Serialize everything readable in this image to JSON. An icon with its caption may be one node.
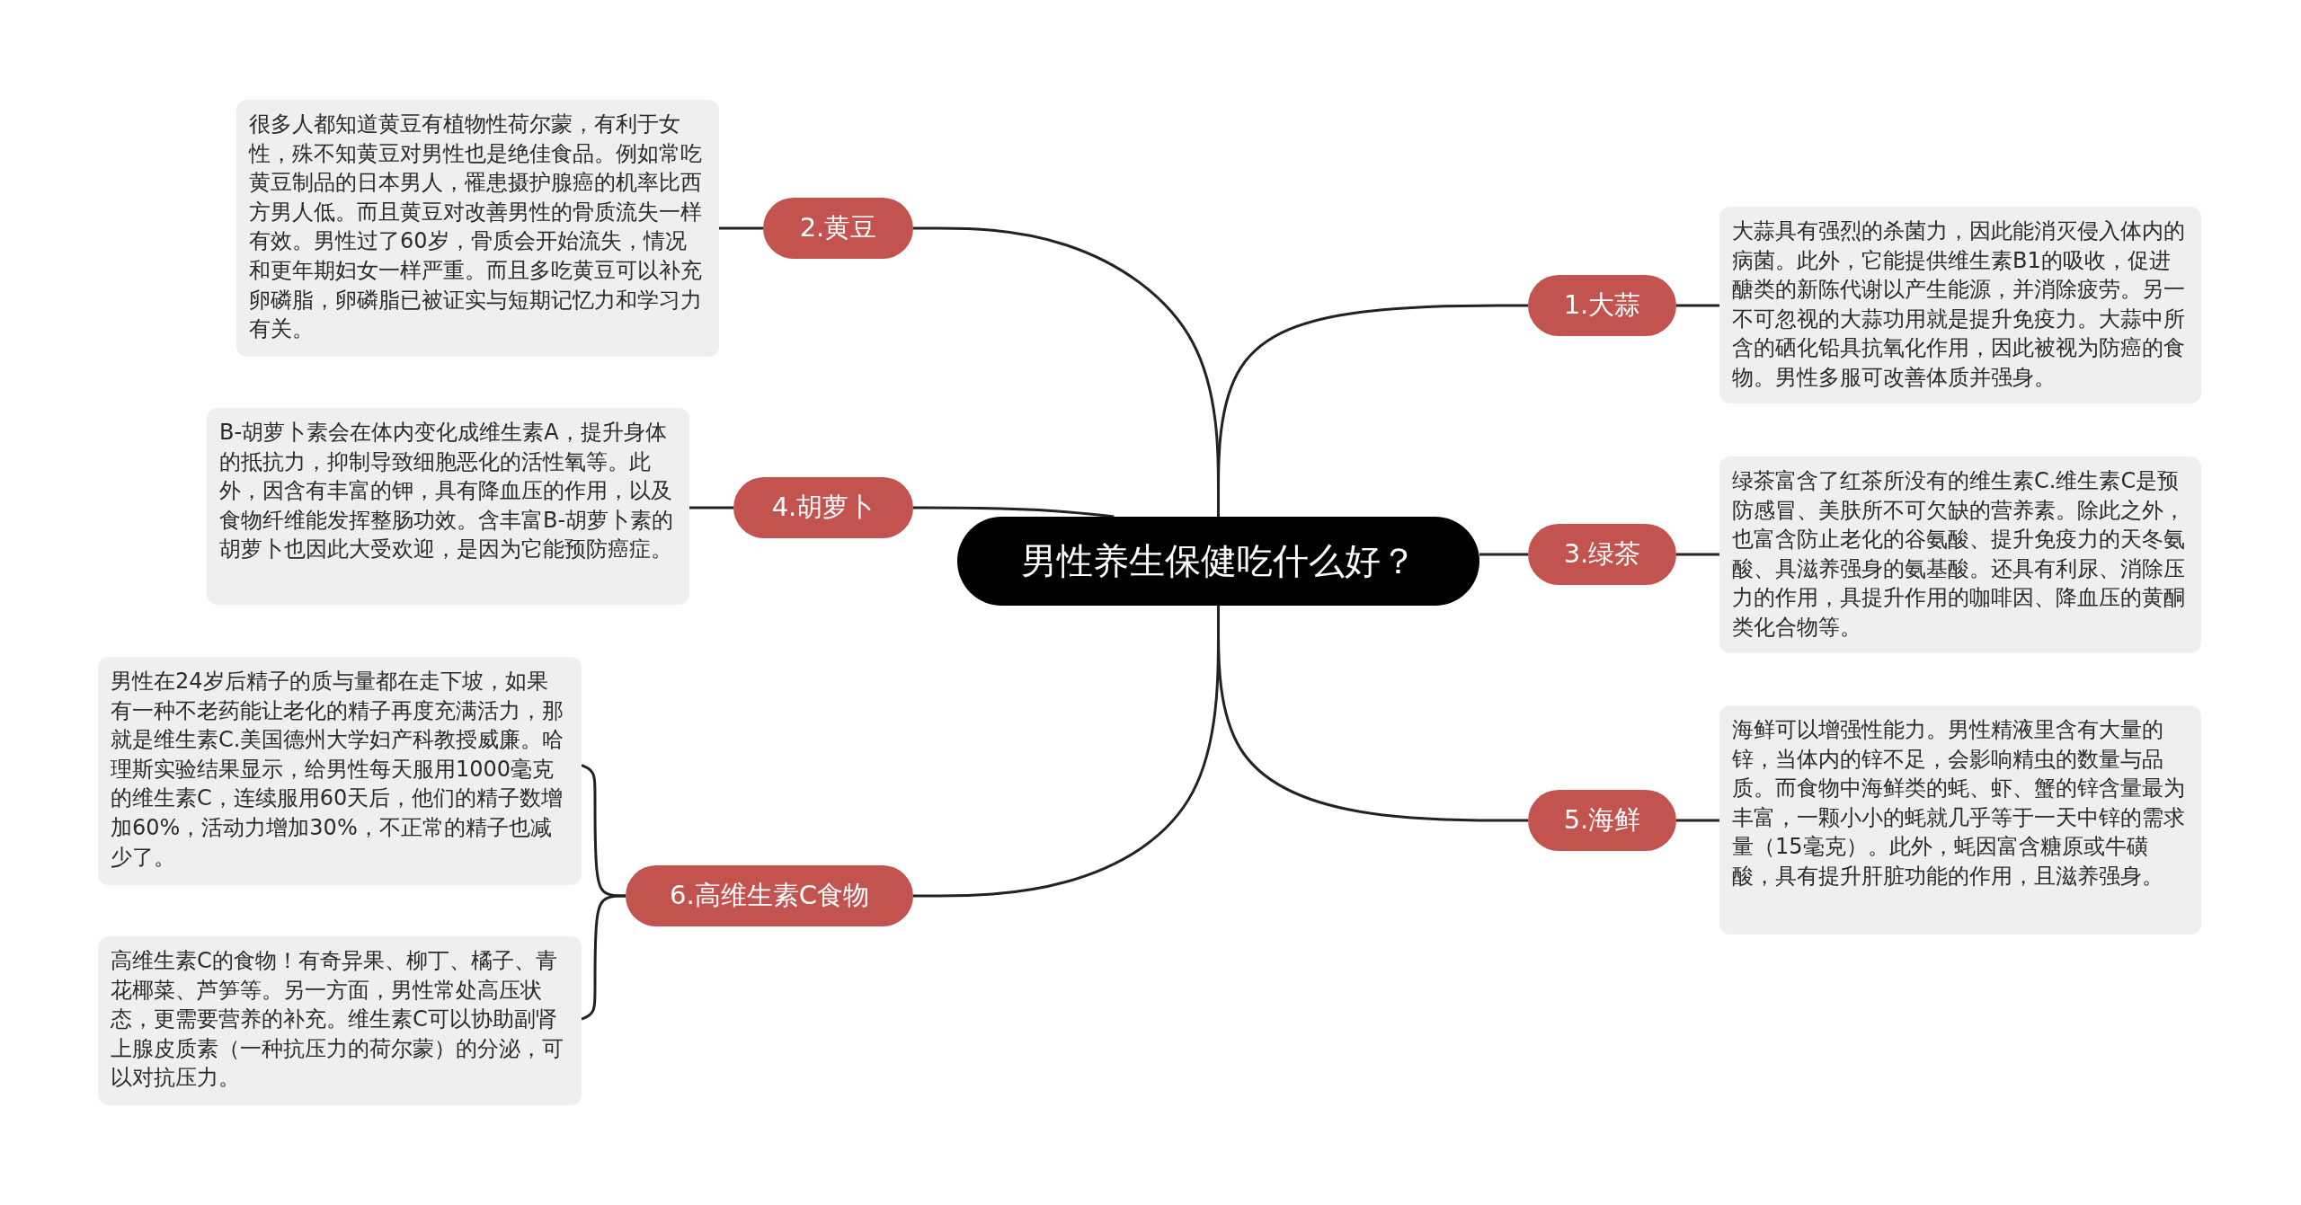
{
  "diagram": {
    "nodes": [
      {
        "text": [
          "男性养生保健吃什么好？"
        ]
      },
      {
        "text": [
          "1.大蒜"
        ]
      },
      {
        "text": [
          "大蒜具有强烈的杀菌力，因此能消灭侵入体内的病菌。此外，它能提供维生素B1的吸收，促进醣类的新陈代谢以产生能源，并消除疲劳。另一不可忽视的大蒜功用就是提升免疫力。大蒜中所含的硒化铅具抗氧化作用，因此被视为防癌的食物。男性多服可改善体质并强身。"
        ]
      },
      {
        "text": [
          "2.黄豆"
        ]
      },
      {
        "text": [
          "很多人都知道黄豆有植物性荷尔蒙，有利于女性，殊不知黄豆对男性也是绝佳食品。例如常吃黄豆制品的日本男人，罹患摄护腺癌的机率比西方男人低。而且黄豆对改善男性的骨质流失一样有效。男性过了60岁，骨质会开始流失，情况和更年期妇女一样严重。而且多吃黄豆可以补充卵磷脂，卵磷脂已被证实与短期记忆力和学习力有关。"
        ]
      },
      {
        "text": [
          "3.绿茶"
        ]
      },
      {
        "text": [
          "绿茶富含了红茶所没有的维生素C.维生素C是预防感冒、美肤所不可欠缺的营养素。除此之外，也富含防止老化的谷氨酸、提升免疫力的天冬氨酸、具滋养强身的氨基酸。还具有利尿、消除压力的作用，具提升作用的咖啡因、降血压的黄酮类化合物等。"
        ]
      },
      {
        "text": [
          "4.胡萝卜"
        ]
      },
      {
        "text": [
          "B-胡萝卜素会在体内变化成维生素A，提升身体的抵抗力，抑制导致细胞恶化的活性氧等。此外，因含有丰富的钾，具有降血压的作用，以及食物纤维能发挥整肠功效。含丰富B-胡萝卜素的胡萝卜也因此大受欢迎，是因为它能预防癌症。"
        ]
      },
      {
        "text": [
          "5.海鲜"
        ]
      },
      {
        "text": [
          "海鲜可以增强性能力。男性精液里含有大量的锌，当体内的锌不足，会影响精虫的数量与品质。而食物中海鲜类的蚝、虾、蟹的锌含量最为丰富，一颗小小的蚝就几乎等于一天中锌的需求量（15毫克）。此外，蚝因富含糖原或牛磺酸，具有提升肝脏功能的作用，且滋养强身。"
        ]
      },
      {
        "text": [
          "6.高维生素C食物"
        ]
      },
      {
        "text": [
          "男性在24岁后精子的质与量都在走下坡，如果有一种不老药能让老化的精子再度充满活力，那就是维生素C.美国德州大学妇产科教授威廉。哈理斯实验结果显示，给男性每天服用1000毫克的维生素C，连续服用60天后，他们的精子数增加60%，活动力增加30%，不正常的精子也减少了。"
        ]
      },
      {
        "text": [
          "高维生素C的食物！有奇异果、柳丁、橘子、青花椰菜、芦笋等。另一方面，男性常处高压状态，更需要营养的补充。维生素C可以协助副肾上腺皮质素（一种抗压力的荷尔蒙）的分泌，可以对抗压力。"
        ]
      }
    ],
    "edges": [
      {
        "from": 0,
        "to": 1,
        "arrow": "none"
      },
      {
        "from": 1,
        "to": 2,
        "arrow": "none"
      },
      {
        "from": 0,
        "to": 3,
        "arrow": "none"
      },
      {
        "from": 3,
        "to": 4,
        "arrow": "none"
      },
      {
        "from": 0,
        "to": 5,
        "arrow": "none"
      },
      {
        "from": 5,
        "to": 6,
        "arrow": "none"
      },
      {
        "from": 0,
        "to": 7,
        "arrow": "none"
      },
      {
        "from": 7,
        "to": 8,
        "arrow": "none"
      },
      {
        "from": 0,
        "to": 9,
        "arrow": "none"
      },
      {
        "from": 9,
        "to": 10,
        "arrow": "none"
      },
      {
        "from": 0,
        "to": 11,
        "arrow": "none"
      },
      {
        "from": 11,
        "to": 12,
        "arrow": "none"
      },
      {
        "from": 11,
        "to": 13,
        "arrow": "none"
      }
    ]
  }
}
